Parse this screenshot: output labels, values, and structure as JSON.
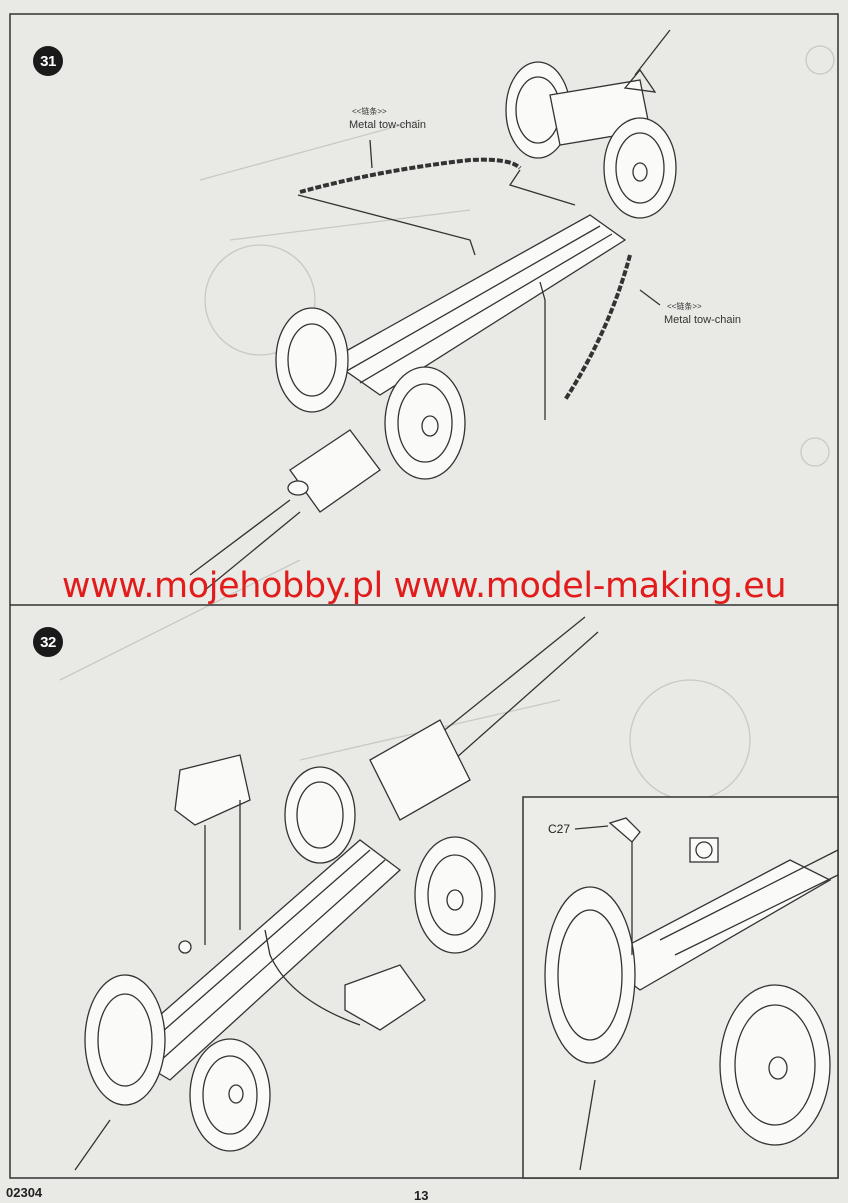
{
  "steps": [
    {
      "number": "31",
      "labels": [
        {
          "cn": "<<链条>>",
          "en": "Metal tow-chain"
        },
        {
          "cn": "<<链条>>",
          "en": "Metal tow-chain"
        }
      ]
    },
    {
      "number": "32",
      "detail": {
        "part": "C27"
      }
    }
  ],
  "watermark": "www.mojehobby.pl www.model-making.eu",
  "footer": {
    "code": "02304",
    "page": "13"
  },
  "colors": {
    "watermark": "#e21b1b",
    "paper": "#e9e9e5",
    "line": "#333333"
  }
}
